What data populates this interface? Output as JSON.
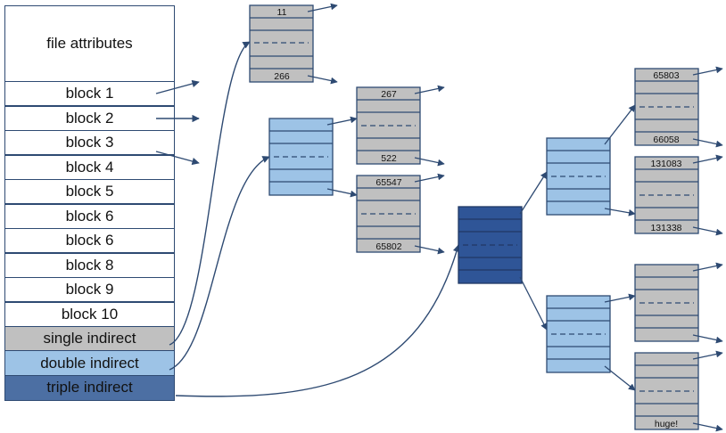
{
  "inode": {
    "attributes_label": "file attributes",
    "rows": [
      {
        "label": "block 1",
        "style": "white"
      },
      {
        "label": "block 2",
        "style": "white"
      },
      {
        "label": "block 3",
        "style": "white"
      },
      {
        "label": "block 4",
        "style": "white"
      },
      {
        "label": "block 5",
        "style": "white"
      },
      {
        "label": "block 6",
        "style": "white"
      },
      {
        "label": "block 6",
        "style": "white"
      },
      {
        "label": "block 8",
        "style": "white"
      },
      {
        "label": "block 9",
        "style": "white"
      },
      {
        "label": "block 10",
        "style": "white"
      },
      {
        "label": "single indirect",
        "style": "gray"
      },
      {
        "label": "double indirect",
        "style": "lightblue"
      },
      {
        "label": "triple indirect",
        "style": "darkblue"
      }
    ]
  },
  "data_blocks": {
    "single": {
      "first": "11",
      "last": "266"
    },
    "double_a": {
      "first": "267",
      "last": "522"
    },
    "double_b": {
      "first": "65547",
      "last": "65802"
    },
    "triple_a": {
      "first": "65803",
      "last": "66058"
    },
    "triple_b": {
      "first": "131083",
      "last": "131338"
    },
    "triple_d": {
      "last": "huge!"
    }
  },
  "colors": {
    "gray": "#c0c0c0",
    "light_blue": "#9dc3e6",
    "dark_blue": "#2f5597",
    "border": "#2e4a72"
  }
}
